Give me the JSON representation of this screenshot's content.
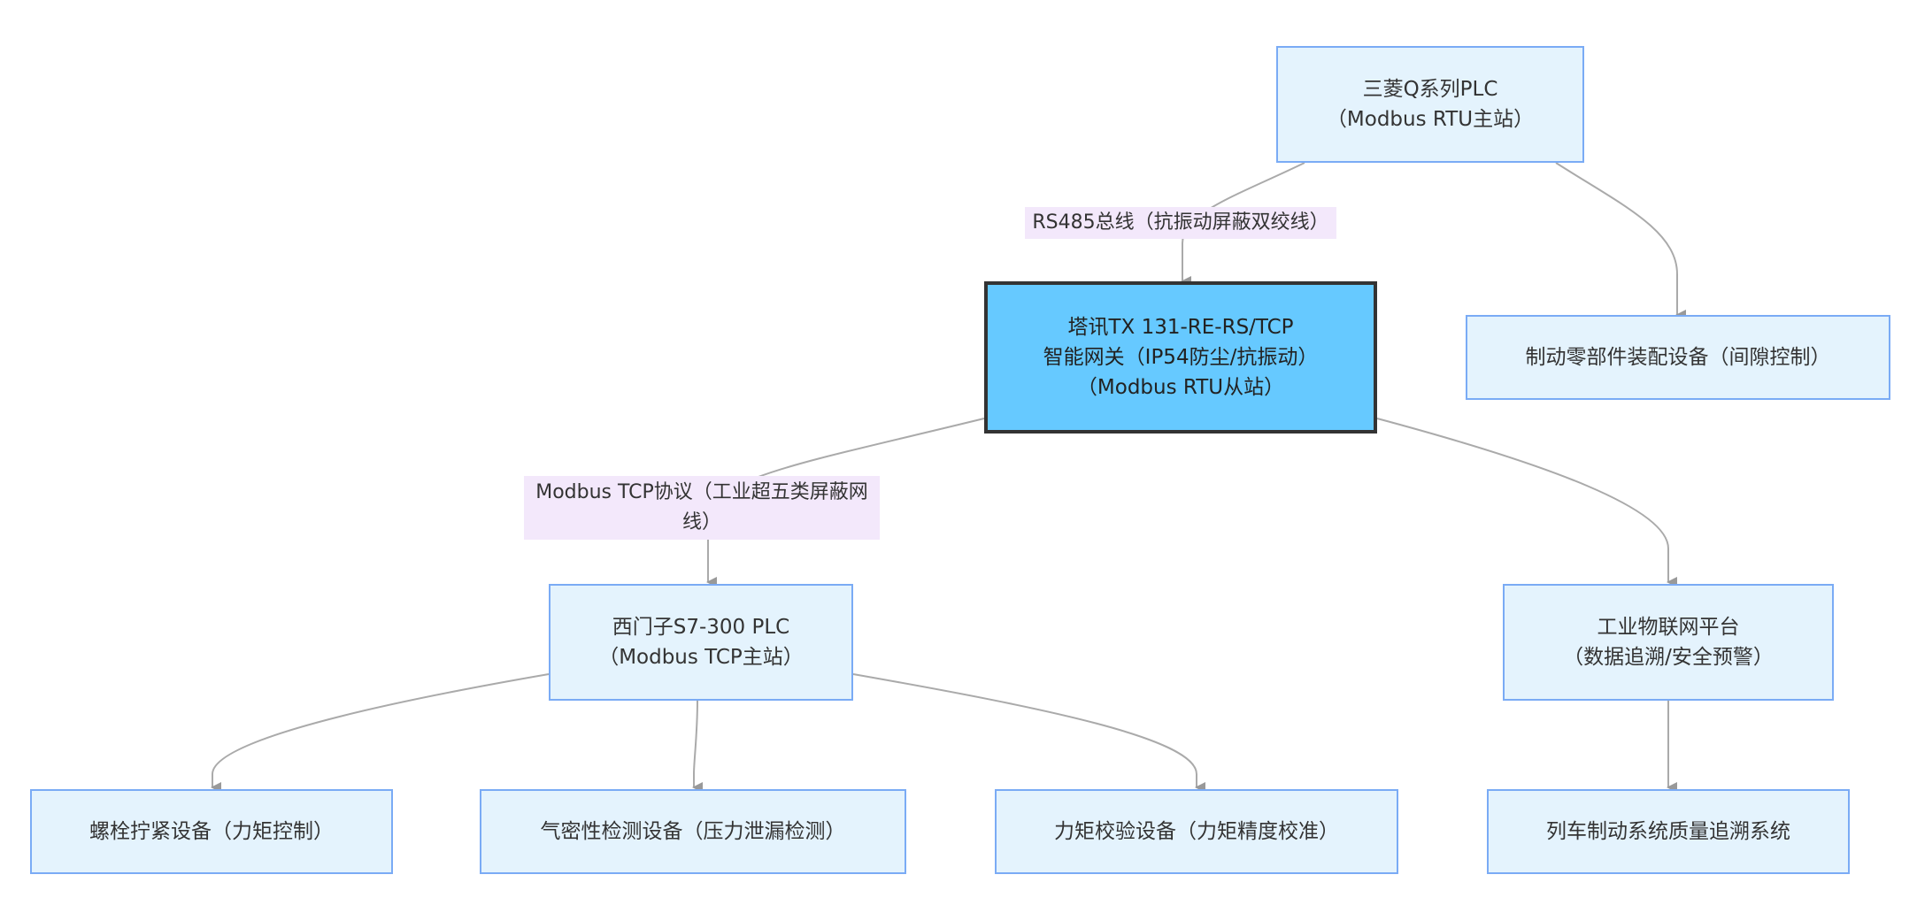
{
  "nodes": {
    "mitsubishi_plc": {
      "line1": "三菱Q系列PLC",
      "line2": "（Modbus RTU主站）"
    },
    "brake_assembly": {
      "line1": "制动零部件装配设备（间隙控制）"
    },
    "gateway": {
      "line1": "塔讯TX 131-RE-RS/TCP",
      "line2": "智能网关（IP54防尘/抗振动）",
      "line3": "（Modbus RTU从站）"
    },
    "siemens_plc": {
      "line1": "西门子S7-300 PLC",
      "line2": "（Modbus TCP主站）"
    },
    "iot_platform": {
      "line1": "工业物联网平台",
      "line2": "（数据追溯/安全预警）"
    },
    "bolt_device": {
      "line1": "螺栓拧紧设备（力矩控制）"
    },
    "airtight_device": {
      "line1": "气密性检测设备（压力泄漏检测）"
    },
    "torque_device": {
      "line1": "力矩校验设备（力矩精度校准）"
    },
    "traceability_system": {
      "line1": "列车制动系统质量追溯系统"
    }
  },
  "edge_labels": {
    "rs485": {
      "line1": "RS485总线（抗振动屏蔽双绞线）"
    },
    "modbus_tcp": {
      "line1": "Modbus TCP协议（工业超五类屏蔽网",
      "line2": "线）"
    }
  },
  "colors": {
    "node_fill": "#e4f3fd",
    "node_border": "#7aabf5",
    "gateway_fill": "#66c9ff",
    "gateway_border": "#333333",
    "edge_label_fill": "#f3e8fb",
    "edge_stroke": "#aaaaaa"
  }
}
